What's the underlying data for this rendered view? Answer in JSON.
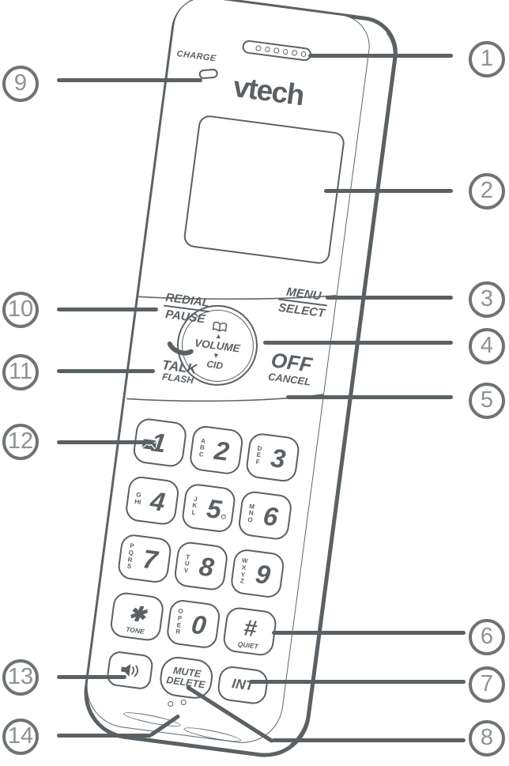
{
  "brand_logo": "vtech",
  "top": {
    "charge_label": "CHARGE"
  },
  "nav_pad": {
    "redial": "REDIAL",
    "pause": "PAUSE",
    "menu": "MENU",
    "select": "SELECT",
    "up_arrow": "▲",
    "down_arrow": "▼",
    "volume": "VOLUME",
    "cid": "CID",
    "talk": "TALK",
    "flash": "FLASH",
    "off": "OFF",
    "cancel": "CANCEL"
  },
  "keypad": {
    "keys": [
      {
        "num": "1",
        "letters": ""
      },
      {
        "num": "2",
        "letters": "ABC"
      },
      {
        "num": "3",
        "letters": "DEF"
      },
      {
        "num": "4",
        "letters": "GHI"
      },
      {
        "num": "5",
        "letters": "JKL"
      },
      {
        "num": "6",
        "letters": "MNO"
      },
      {
        "num": "7",
        "letters": "PQRS"
      },
      {
        "num": "8",
        "letters": "TUV"
      },
      {
        "num": "9",
        "letters": "WXYZ"
      },
      {
        "num": "✱",
        "sub": "TONE"
      },
      {
        "num": "0",
        "letters": "OPER"
      },
      {
        "num": "#",
        "sub": "QUIET"
      }
    ]
  },
  "bottom_keys": {
    "mute": "MUTE",
    "delete": "DELETE",
    "intercom": "INT"
  },
  "callouts": {
    "right": [
      {
        "label": "1"
      },
      {
        "label": "2"
      },
      {
        "label": "3"
      },
      {
        "label": "4"
      },
      {
        "label": "5"
      },
      {
        "label": "6"
      },
      {
        "label": "7"
      },
      {
        "label": "8"
      }
    ],
    "left": [
      {
        "label": "9"
      },
      {
        "label": "10"
      },
      {
        "label": "11"
      },
      {
        "label": "12"
      },
      {
        "label": "13"
      },
      {
        "label": "14"
      }
    ]
  },
  "colors": {
    "ink": "#5a6063",
    "callout_ring": "#6e7376",
    "callout_number": "#8d9194",
    "background": "#ffffff"
  }
}
